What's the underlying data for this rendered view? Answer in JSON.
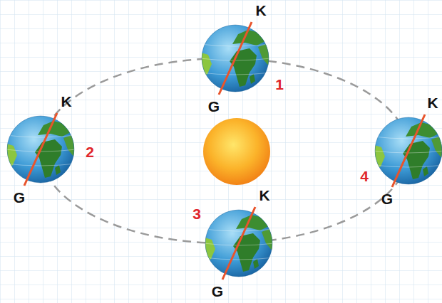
{
  "diagram": {
    "labels": [
      "K",
      "1",
      "G",
      "K",
      "2",
      "G",
      "K",
      "3",
      "G",
      "K",
      "4",
      "G"
    ]
  }
}
